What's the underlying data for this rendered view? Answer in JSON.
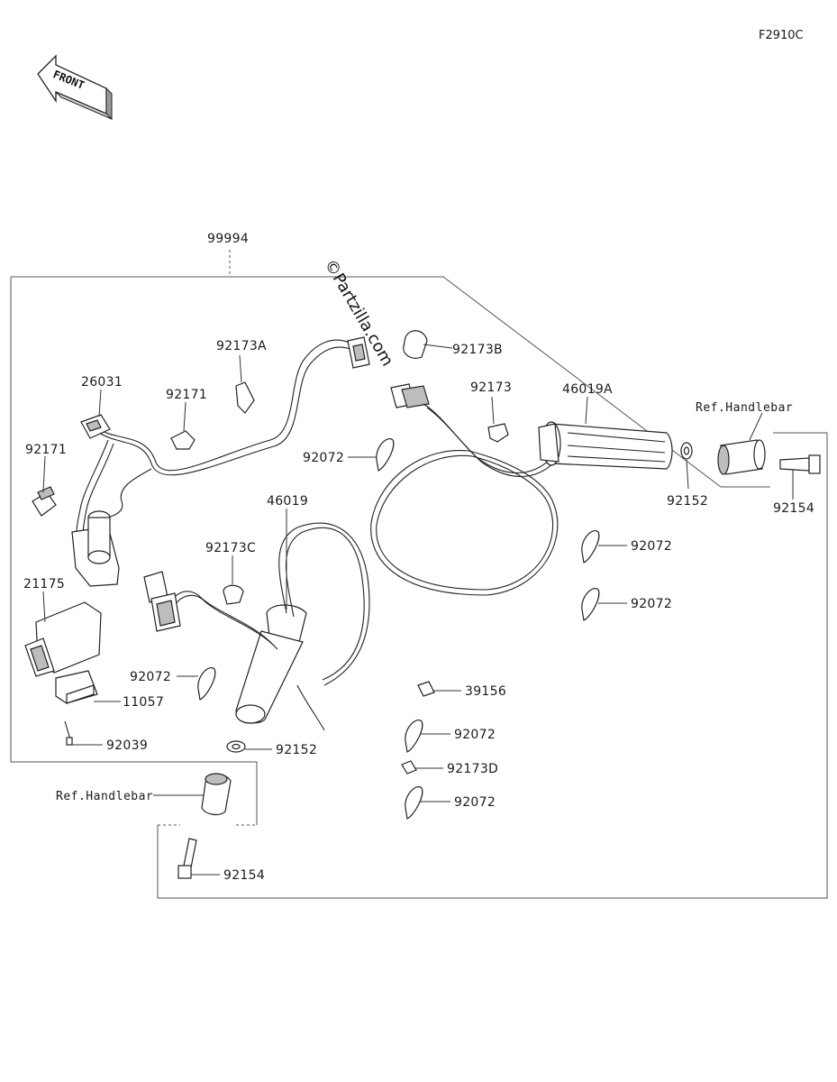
{
  "diagram_code": "F2910C",
  "front_label": "FRONT",
  "watermark": "©Partzilla.com",
  "parts": {
    "p99994": "99994",
    "p92173A": "92173A",
    "p92173B": "92173B",
    "p26031": "26031",
    "p92171_top": "92171",
    "p92171_left": "92171",
    "p92173": "92173",
    "p46019A": "46019A",
    "p92072_a": "92072",
    "p92152_right": "92152",
    "p92154_right": "92154",
    "p46019": "46019",
    "p92173C": "92173C",
    "p21175": "21175",
    "p92072_b": "92072",
    "p92072_c": "92072",
    "p92072_d": "92072",
    "p11057": "11057",
    "p92039": "92039",
    "p92152_left": "92152",
    "p39156": "39156",
    "p92072_e": "92072",
    "p92173D": "92173D",
    "p92072_f": "92072",
    "p92154_left": "92154"
  },
  "refs": {
    "handlebar_right": "Ref.Handlebar",
    "handlebar_left": "Ref.Handlebar"
  }
}
